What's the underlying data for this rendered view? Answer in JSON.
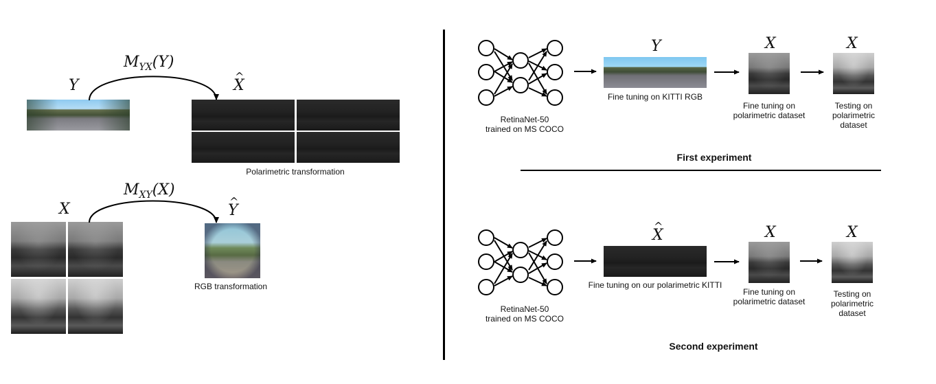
{
  "left": {
    "top_map_label": "M_{YX}(Y)",
    "top_map_main": "M",
    "top_map_sub": "YX",
    "top_map_arg": "(Y)",
    "Y_label": "Y",
    "Xhat_label": "X",
    "polarimetric_caption": "Polarimetric transformation",
    "bottom_map_main": "M",
    "bottom_map_sub": "XY",
    "bottom_map_arg": "(X)",
    "X_label": "X",
    "Yhat_label": "Y",
    "rgb_caption": "RGB transformation"
  },
  "right": {
    "first": {
      "net_line1": "RetinaNet-50",
      "net_line2": "trained on MS COCO",
      "img1_label": "Y",
      "img1_caption": "Fine tuning on KITTI RGB",
      "img2_label": "X",
      "img2_caption_1": "Fine tuning on",
      "img2_caption_2": "polarimetric dataset",
      "img3_label": "X",
      "img3_caption_1": "Testing on",
      "img3_caption_2": "polarimetric",
      "img3_caption_3": "dataset",
      "title": "First experiment"
    },
    "second": {
      "net_line1": "RetinaNet-50",
      "net_line2": "trained on MS COCO",
      "img1_label": "X",
      "img1_caption": "Fine tuning on our polarimetric KITTI",
      "img2_label": "X",
      "img2_caption_1": "Fine tuning on",
      "img2_caption_2": "polarimetric dataset",
      "img3_label": "X",
      "img3_caption_1": "Testing on",
      "img3_caption_2": "polarimetric",
      "img3_caption_3": "dataset",
      "title": "Second experiment"
    }
  }
}
